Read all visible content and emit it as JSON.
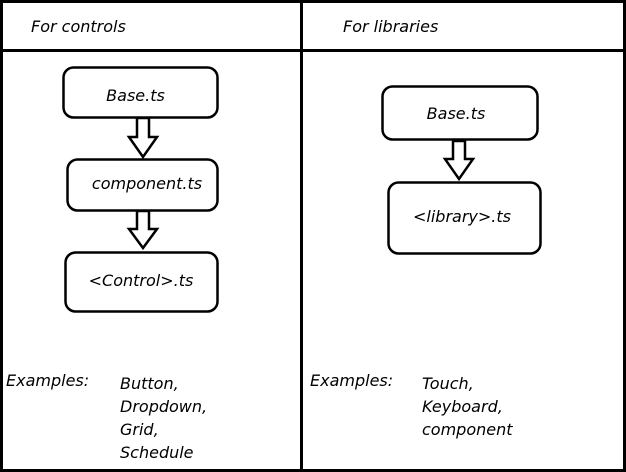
{
  "panels": [
    {
      "id": "controls",
      "header": "For controls",
      "nodes": [
        "Base.ts",
        "component.ts",
        "<Control>.ts"
      ],
      "examples_label": "Examples:",
      "examples": [
        "Button,",
        "Dropdown,",
        "Grid,",
        "Schedule"
      ]
    },
    {
      "id": "libraries",
      "header": "For libraries",
      "nodes": [
        "Base.ts",
        "<library>.ts"
      ],
      "examples_label": "Examples:",
      "examples": [
        "Touch,",
        "Keyboard,",
        "component"
      ]
    }
  ],
  "colors": {
    "line": "#000000",
    "background": "#ffffff"
  }
}
